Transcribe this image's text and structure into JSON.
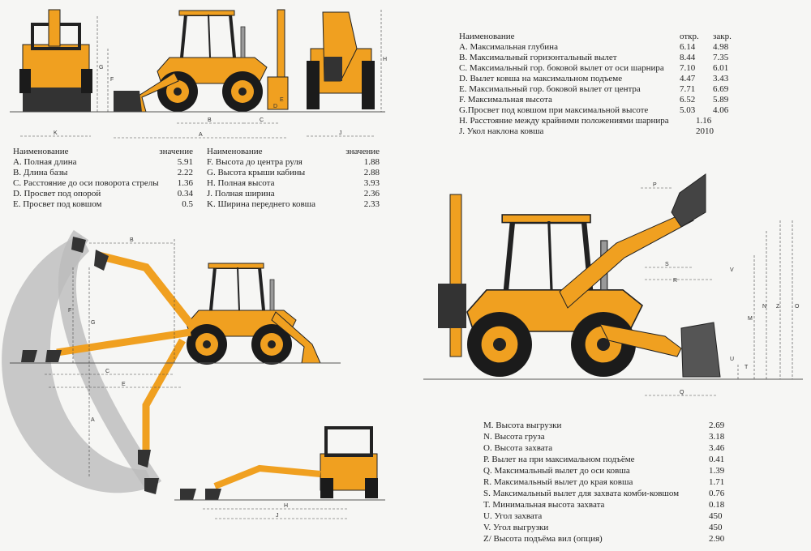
{
  "table_digging": {
    "header": {
      "name": "Наименование",
      "open": "откр.",
      "closed": "закр."
    },
    "rows": [
      {
        "name": "A. Максимальная глубина",
        "open": "6.14",
        "closed": "4.98"
      },
      {
        "name": "B. Максимальный горизонтальный вылет",
        "open": "8.44",
        "closed": "7.35"
      },
      {
        "name": "C. Максимальный гор. боковой вылет от оси шарнира",
        "open": "7.10",
        "closed": "6.01"
      },
      {
        "name": "D. Вылет ковша на максимальном подъеме",
        "open": "4.47",
        "closed": "3.43"
      },
      {
        "name": "E. Максимальный гор. боковой вылет от центра",
        "open": "7.71",
        "closed": "6.69"
      },
      {
        "name": "F. Максимальная высота",
        "open": "6.52",
        "closed": "5.89"
      },
      {
        "name": "G.Просвет под ковшом при максимальной высоте",
        "open": "5.03",
        "closed": "4.06"
      },
      {
        "name": "H. Расстояние между крайними положениями шарнира",
        "single": "1.16"
      },
      {
        "name": "J. Укол наклона ковша",
        "single": "2010"
      }
    ]
  },
  "table_dims_left": {
    "header": {
      "name": "Наименование",
      "value": "значение"
    },
    "rows": [
      {
        "name": "A. Полная длина",
        "value": "5.91"
      },
      {
        "name": "B. Длина базы",
        "value": "2.22"
      },
      {
        "name": "C. Расстояние до оси поворота стрелы",
        "value": "1.36"
      },
      {
        "name": "D. Просвет под опорой",
        "value": "0.34"
      },
      {
        "name": "E. Просвет под ковшом",
        "value": "0.5"
      }
    ]
  },
  "table_dims_right": {
    "header": {
      "name": "Наименование",
      "value": "значение"
    },
    "rows": [
      {
        "name": "F. Высота до центра руля",
        "value": "1.88"
      },
      {
        "name": "G. Высота крыши кабины",
        "value": "2.88"
      },
      {
        "name": "H. Полная высота",
        "value": "3.93"
      },
      {
        "name": "J. Полная ширина",
        "value": "2.36"
      },
      {
        "name": "K. Ширина переднего ковша",
        "value": "2.33"
      }
    ]
  },
  "table_loader": {
    "rows": [
      {
        "name": "M. Высота выгрузки",
        "value": "2.69"
      },
      {
        "name": "N. Высота груза",
        "value": "3.18"
      },
      {
        "name": "O. Высота захвата",
        "value": "3.46"
      },
      {
        "name": "P.  Вылет на при максимальном подъёме",
        "value": "0.41"
      },
      {
        "name": "Q. Максимальный вылет  до оси ковша",
        "value": "1.39"
      },
      {
        "name": "R. Максимальный вылет до края ковша",
        "value": "1.71"
      },
      {
        "name": "S. Максимальный вылет для захвата комби-ковшом",
        "value": "0.76"
      },
      {
        "name": "T. Минимальная высота захвата",
        "value": "0.18"
      },
      {
        "name": "U. Угол захвата",
        "value": "450"
      },
      {
        "name": "V. Угол выгрузки",
        "value": "450"
      },
      {
        "name": "Z/ Высота подъёма вил (опция)",
        "value": "2.90"
      }
    ]
  },
  "diagram_labels": {
    "top": [
      "K",
      "A",
      "B",
      "C",
      "D",
      "E",
      "F",
      "G",
      "H",
      "J"
    ],
    "reach": [
      "B",
      "F",
      "G",
      "C",
      "E",
      "A",
      "H",
      "J"
    ],
    "loader": [
      "P",
      "S",
      "R",
      "V",
      "M",
      "N",
      "Z",
      "O",
      "U",
      "T",
      "Q"
    ]
  },
  "colors": {
    "machine": "#f0a020",
    "dark": "#222222",
    "tire": "#1b1b1b",
    "arc": "#c8c8c8"
  }
}
